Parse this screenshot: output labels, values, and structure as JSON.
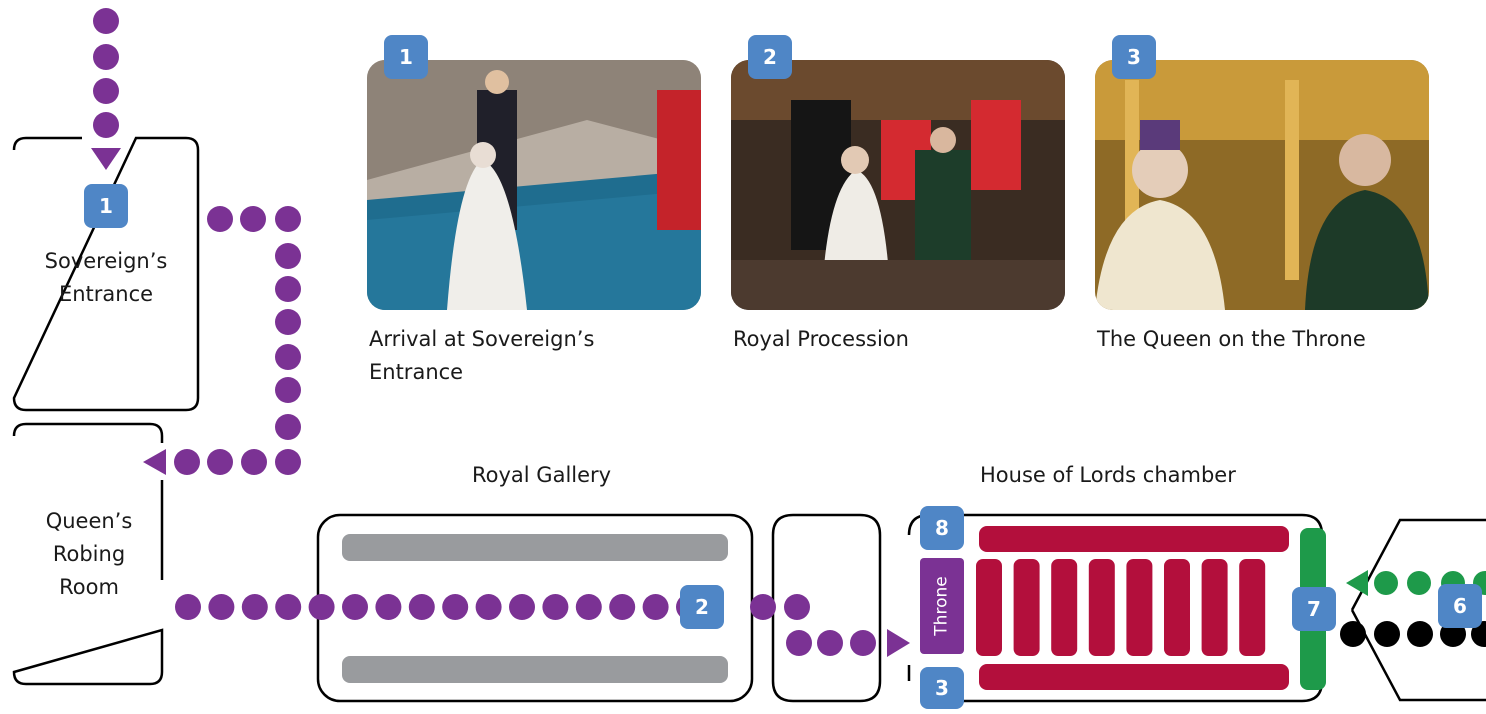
{
  "photos": [
    {
      "badge": "1",
      "caption": "Arrival at Sovereign’s Entrance"
    },
    {
      "badge": "2",
      "caption": "Royal Procession"
    },
    {
      "badge": "3",
      "caption": "The Queen on the Throne"
    }
  ],
  "rooms": {
    "sovereigns_entrance": {
      "label_line1": "Sovereign’s",
      "label_line2": "Entrance",
      "badge": "1"
    },
    "robing_room": {
      "label_line1": "Queen’s",
      "label_line2": "Robing",
      "label_line3": "Room"
    },
    "royal_gallery": {
      "label": "Royal Gallery",
      "badge": "2"
    },
    "chamber": {
      "label": "House of Lords chamber",
      "throne_label": "Throne",
      "badge_top": "8",
      "badge_bottom": "3",
      "badge_bar": "7"
    },
    "lobby": {
      "badge": "6"
    }
  },
  "colors": {
    "purple": "#7b3294",
    "badge_blue": "#4f86c6",
    "crimson": "#b30f3c",
    "green": "#1e9a4a",
    "gray": "#999b9e",
    "black": "#000000"
  }
}
